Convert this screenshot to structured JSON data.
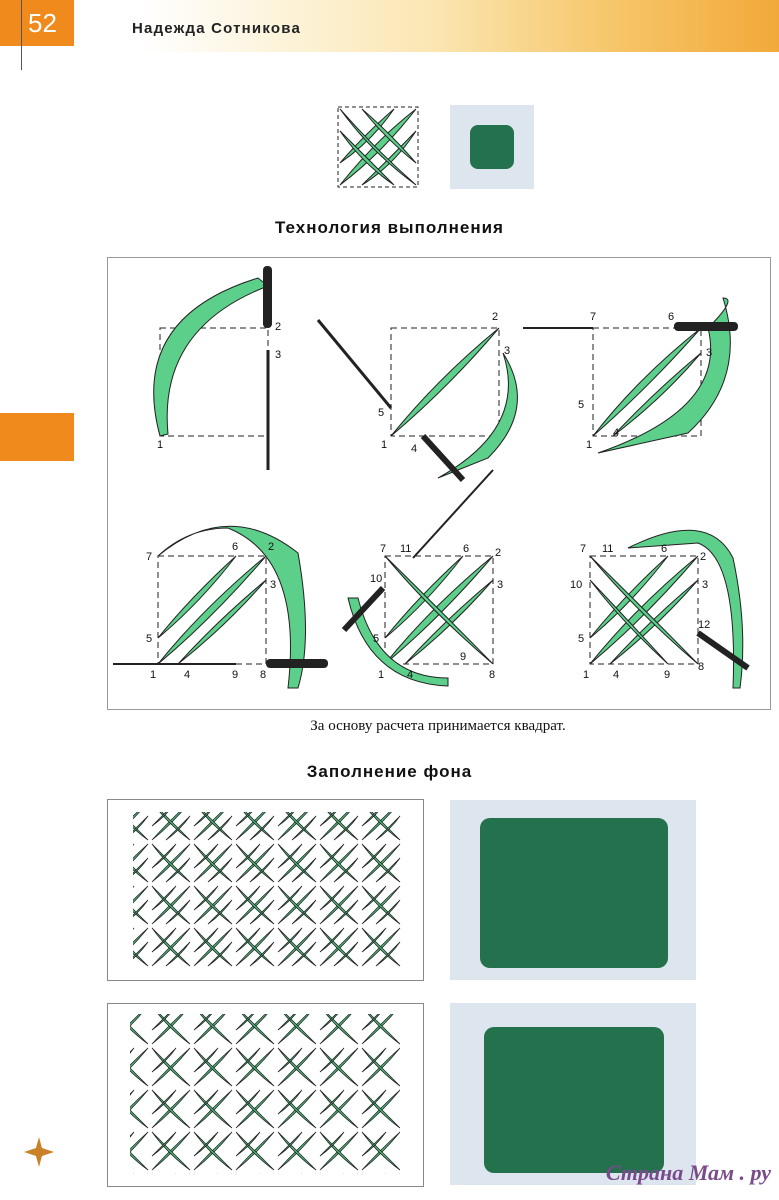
{
  "header": {
    "page_number": "52",
    "author": "Надежда Сотникова"
  },
  "section1": {
    "title": "Технология выполнения"
  },
  "caption": "За основу расчета принимается квадрат.",
  "section2": {
    "title": "Заполнение фона"
  },
  "watermark": "Страна Мам . ру",
  "step_labels": {
    "s1": [
      "1",
      "2",
      "3"
    ],
    "s2": [
      "1",
      "2",
      "3",
      "4",
      "5"
    ],
    "s3": [
      "1",
      "3",
      "4",
      "5",
      "6",
      "7"
    ],
    "s4": [
      "1",
      "2",
      "3",
      "4",
      "5",
      "6",
      "7",
      "8",
      "9"
    ],
    "s5": [
      "1",
      "2",
      "3",
      "4",
      "5",
      "6",
      "7",
      "8",
      "9",
      "10",
      "11"
    ],
    "s6": [
      "1",
      "2",
      "3",
      "4",
      "5",
      "6",
      "7",
      "8",
      "9",
      "10",
      "11",
      "12"
    ]
  },
  "colors": {
    "accent": "#f08a1c",
    "thread": "#5ccf8a",
    "fabric": "#24714d"
  }
}
